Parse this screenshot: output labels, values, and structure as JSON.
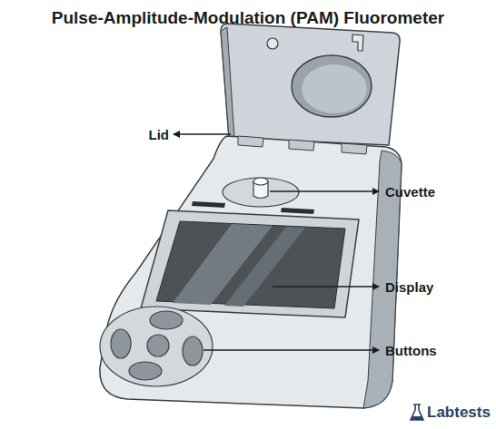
{
  "diagram": {
    "title": "Pulse-Amplitude-Modulation (PAM) Fluorometer",
    "labels": [
      "Lid",
      "Cuvette",
      "Display",
      "Buttons",
      "Labtests"
    ]
  }
}
